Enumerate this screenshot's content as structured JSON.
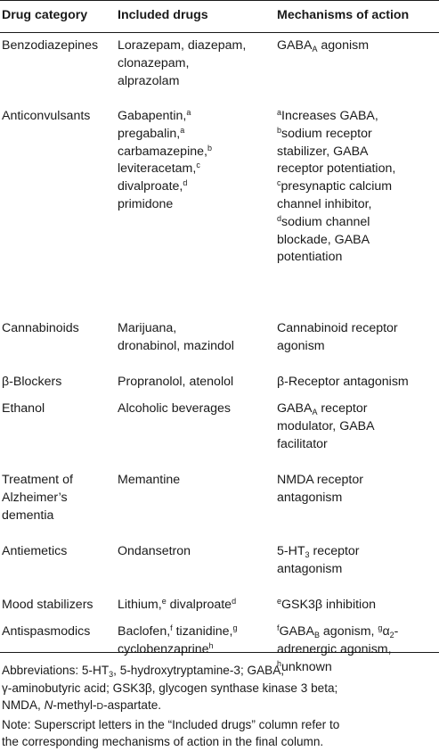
{
  "headers": {
    "category": "Drug category",
    "drugs": "Included drugs",
    "mechanism": "Mechanisms of action"
  },
  "rows": [
    {
      "category": [
        "Benzodiazepines"
      ],
      "drugs": [
        [
          "Lorazepam, diazepam,"
        ],
        [
          "clonazepam,"
        ],
        [
          "alprazolam"
        ]
      ],
      "mechanism": [
        [
          "GABA",
          {
            "sub": "A"
          },
          " agonism"
        ]
      ]
    },
    {
      "category": [
        "Anticonvulsants"
      ],
      "drugs": [
        [
          "Gabapentin,",
          {
            "sup": "a"
          }
        ],
        [
          "pregabalin,",
          {
            "sup": "a"
          }
        ],
        [
          "carbamazepine,",
          {
            "sup": "b"
          }
        ],
        [
          "leviteracetam,",
          {
            "sup": "c"
          }
        ],
        [
          "divalproate,",
          {
            "sup": "d"
          }
        ],
        [
          "primidone"
        ]
      ],
      "mechanism": [
        [
          {
            "sup": "a"
          },
          "Increases GABA,"
        ],
        [
          {
            "sup": "b"
          },
          "sodium receptor"
        ],
        [
          "stabilizer, GABA"
        ],
        [
          "receptor potentiation,"
        ],
        [
          {
            "sup": "c"
          },
          "presynaptic calcium"
        ],
        [
          "channel inhibitor,"
        ],
        [
          {
            "sup": "d"
          },
          "sodium channel"
        ],
        [
          "blockade, GABA"
        ],
        [
          "potentiation"
        ]
      ]
    },
    {
      "category": [
        "Cannabinoids"
      ],
      "drugs": [
        [
          "Marijuana,"
        ],
        [
          "dronabinol, mazindol"
        ]
      ],
      "mechanism": [
        [
          "Cannabinoid receptor"
        ],
        [
          "agonism"
        ]
      ]
    },
    {
      "category": [
        "β-Blockers"
      ],
      "drugs": [
        [
          "Propranolol, atenolol"
        ]
      ],
      "mechanism": [
        [
          "β-Receptor antagonism"
        ]
      ]
    },
    {
      "category": [
        "Ethanol"
      ],
      "drugs": [
        [
          "Alcoholic beverages"
        ]
      ],
      "mechanism": [
        [
          "GABA",
          {
            "sub": "A"
          },
          " receptor"
        ],
        [
          "modulator, GABA"
        ],
        [
          "facilitator"
        ]
      ]
    },
    {
      "category": [
        "Treatment of",
        "Alzheimer’s",
        "dementia"
      ],
      "drugs": [
        [
          "Memantine"
        ]
      ],
      "mechanism": [
        [
          "NMDA receptor"
        ],
        [
          "antagonism"
        ]
      ]
    },
    {
      "category": [
        "Antiemetics"
      ],
      "drugs": [
        [
          "Ondansetron"
        ]
      ],
      "mechanism": [
        [
          "5-HT",
          {
            "sub": "3"
          },
          " receptor"
        ],
        [
          "antagonism"
        ]
      ]
    },
    {
      "category": [
        "Mood stabilizers"
      ],
      "drugs": [
        [
          "Lithium,",
          {
            "sup": "e"
          },
          " divalproate",
          {
            "sup": "d"
          }
        ]
      ],
      "mechanism": [
        [
          {
            "sup": "e"
          },
          "GSK3β inhibition"
        ]
      ]
    },
    {
      "category": [
        "Antispasmodics"
      ],
      "drugs": [
        [
          "Baclofen,",
          {
            "sup": "f"
          },
          " tizanidine,",
          {
            "sup": "g"
          }
        ],
        [
          "cyclobenzaprine",
          {
            "sup": "h"
          }
        ]
      ],
      "mechanism": [
        [
          {
            "sup": "f"
          },
          "GABA",
          {
            "sub": "B"
          },
          " agonism, ",
          {
            "sup": "g"
          },
          "α",
          {
            "sub": "2"
          },
          "-"
        ],
        [
          "adrenergic agonism,"
        ],
        [
          {
            "sup": "h"
          },
          "unknown"
        ]
      ]
    }
  ],
  "footnotes": [
    [
      "Abbreviations: 5-HT",
      {
        "sub": "3"
      },
      ", 5-hydroxytryptamine-3; GABA,"
    ],
    [
      "γ-aminobutyric acid; GSK3β, glycogen synthase kinase 3 beta;"
    ],
    [
      "NMDA, ",
      {
        "i": "N"
      },
      "-methyl-",
      {
        "sc": "D"
      },
      "-aspartate."
    ],
    [
      "Note: Superscript letters in the “Included drugs” column refer to"
    ],
    [
      "the corresponding mechanisms of action in the final column."
    ]
  ]
}
